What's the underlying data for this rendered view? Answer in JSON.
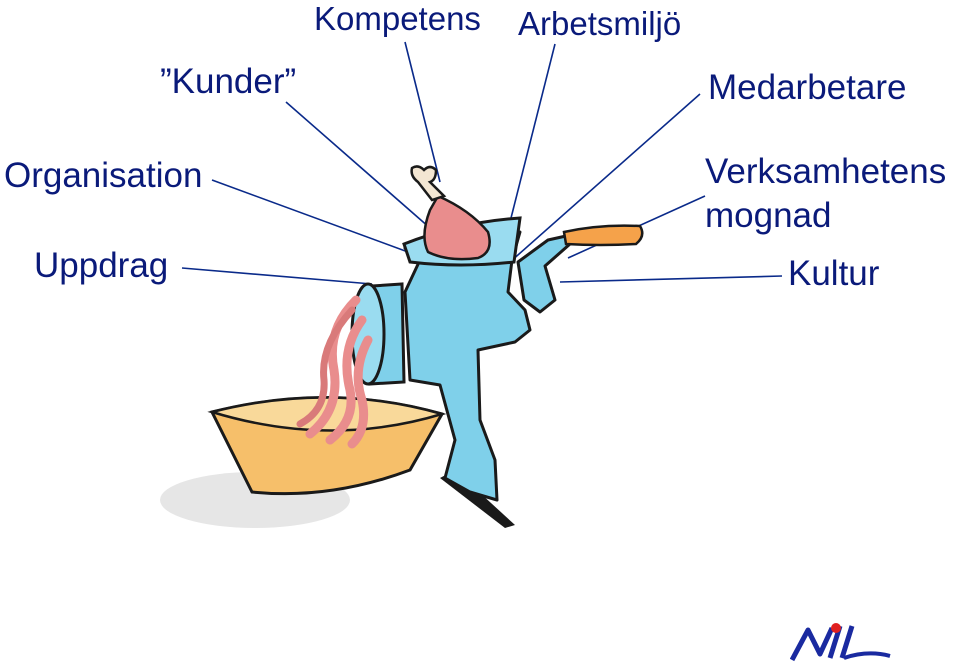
{
  "labels": {
    "kompetens": "Kompetens",
    "arbetsmiljo": "Arbetsmiljö",
    "kunder": "”Kunder”",
    "medarbetare": "Medarbetare",
    "organisation": "Organisation",
    "verksamhetens_line1": "Verksamhetens",
    "verksamhetens_line2": "mognad",
    "uppdrag": "Uppdrag",
    "kultur": "Kultur"
  },
  "colors": {
    "text": "#0a1a7a",
    "connector": "#0a2a8a",
    "grinder": "#7fd0ea",
    "grinder_dark": "#4aa8cc",
    "meat": "#e98d8d",
    "bowl": "#f6bf6a",
    "handle": "#f5a24a",
    "logo_blue": "#1a2aa0",
    "logo_red": "#e02020"
  },
  "icons": [
    "meat-grinder-illustration",
    "chicken-leg-icon",
    "bowl-icon",
    "logo-icon"
  ]
}
